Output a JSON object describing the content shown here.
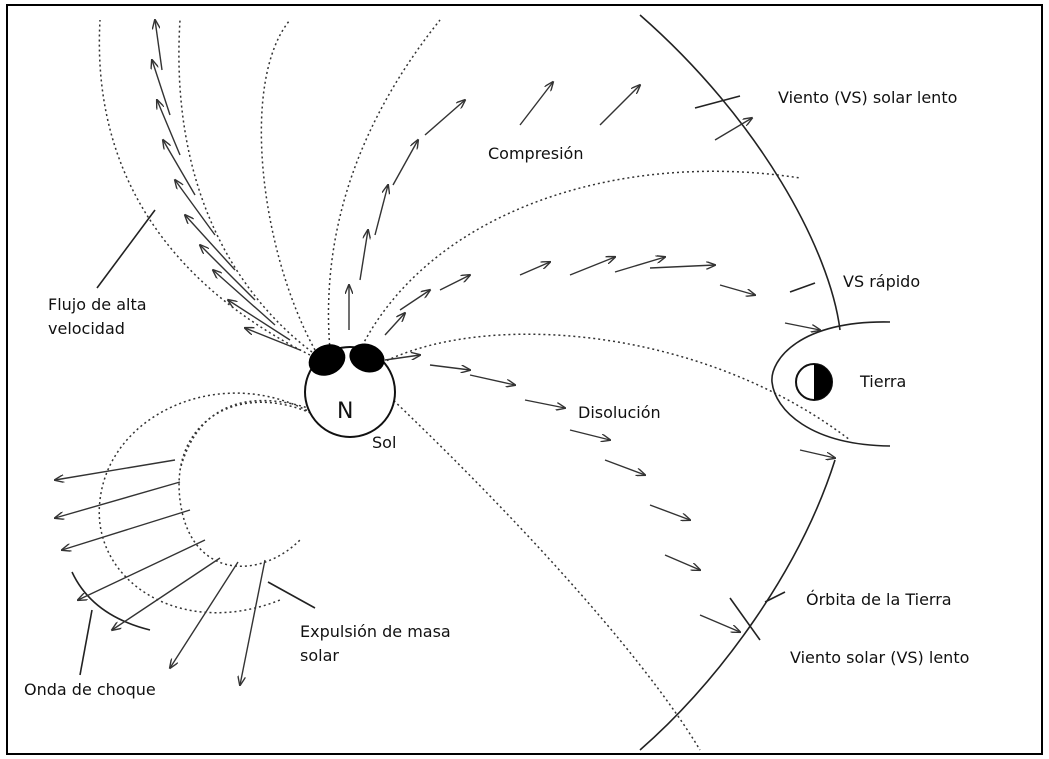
{
  "labels": {
    "viento_lento_top": "Viento (VS) solar lento",
    "compresion": "Compresión",
    "vs_rapido": "VS rápido",
    "flujo_1": "Flujo de alta",
    "flujo_2": "velocidad",
    "tierra": "Tierra",
    "sol": "Sol",
    "sun_symbol": "N",
    "disolucion": "Disolución",
    "orbita": "Órbita de la Tierra",
    "expulsion_1": "Expulsión de masa",
    "expulsion_2": "solar",
    "viento_lento_bottom": "Viento solar (VS) lento",
    "onda": "Onda de choque"
  },
  "colors": {
    "line": "#222222",
    "background": "#ffffff"
  }
}
